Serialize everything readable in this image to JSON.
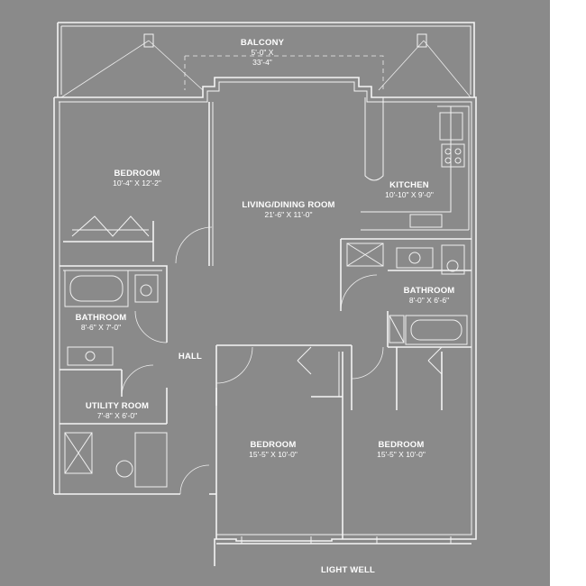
{
  "rooms": {
    "balcony": {
      "name": "BALCONY",
      "dim1": "5'-0\" X",
      "dim2": "33'-4\""
    },
    "bedroom_nw": {
      "name": "BEDROOM",
      "dims": "10'-4\" X 12'-2\""
    },
    "living": {
      "name": "LIVING/DINING ROOM",
      "dims": "21'-6\" X 11'-0\""
    },
    "kitchen": {
      "name": "KITCHEN",
      "dims": "10'-10\" X 9'-0\""
    },
    "bathroom_w": {
      "name": "BATHROOM",
      "dims": "8'-6\" X 7'-0\""
    },
    "bathroom_e": {
      "name": "BATHROOM",
      "dims": "8'-0\" X 6'-6\""
    },
    "hall": {
      "name": "HALL"
    },
    "utility": {
      "name": "UTILITY ROOM",
      "dims": "7'-8\" X 6'-0\""
    },
    "bedroom_s": {
      "name": "BEDROOM",
      "dims": "15'-5\" X 10'-0\""
    },
    "bedroom_se": {
      "name": "BEDROOM",
      "dims": "15'-5\" X 10'-0\""
    }
  },
  "footer": {
    "light_well": "LIGHT WELL"
  },
  "colors": {
    "background": "#8a8a8a",
    "lines": "#f4f4f4"
  }
}
